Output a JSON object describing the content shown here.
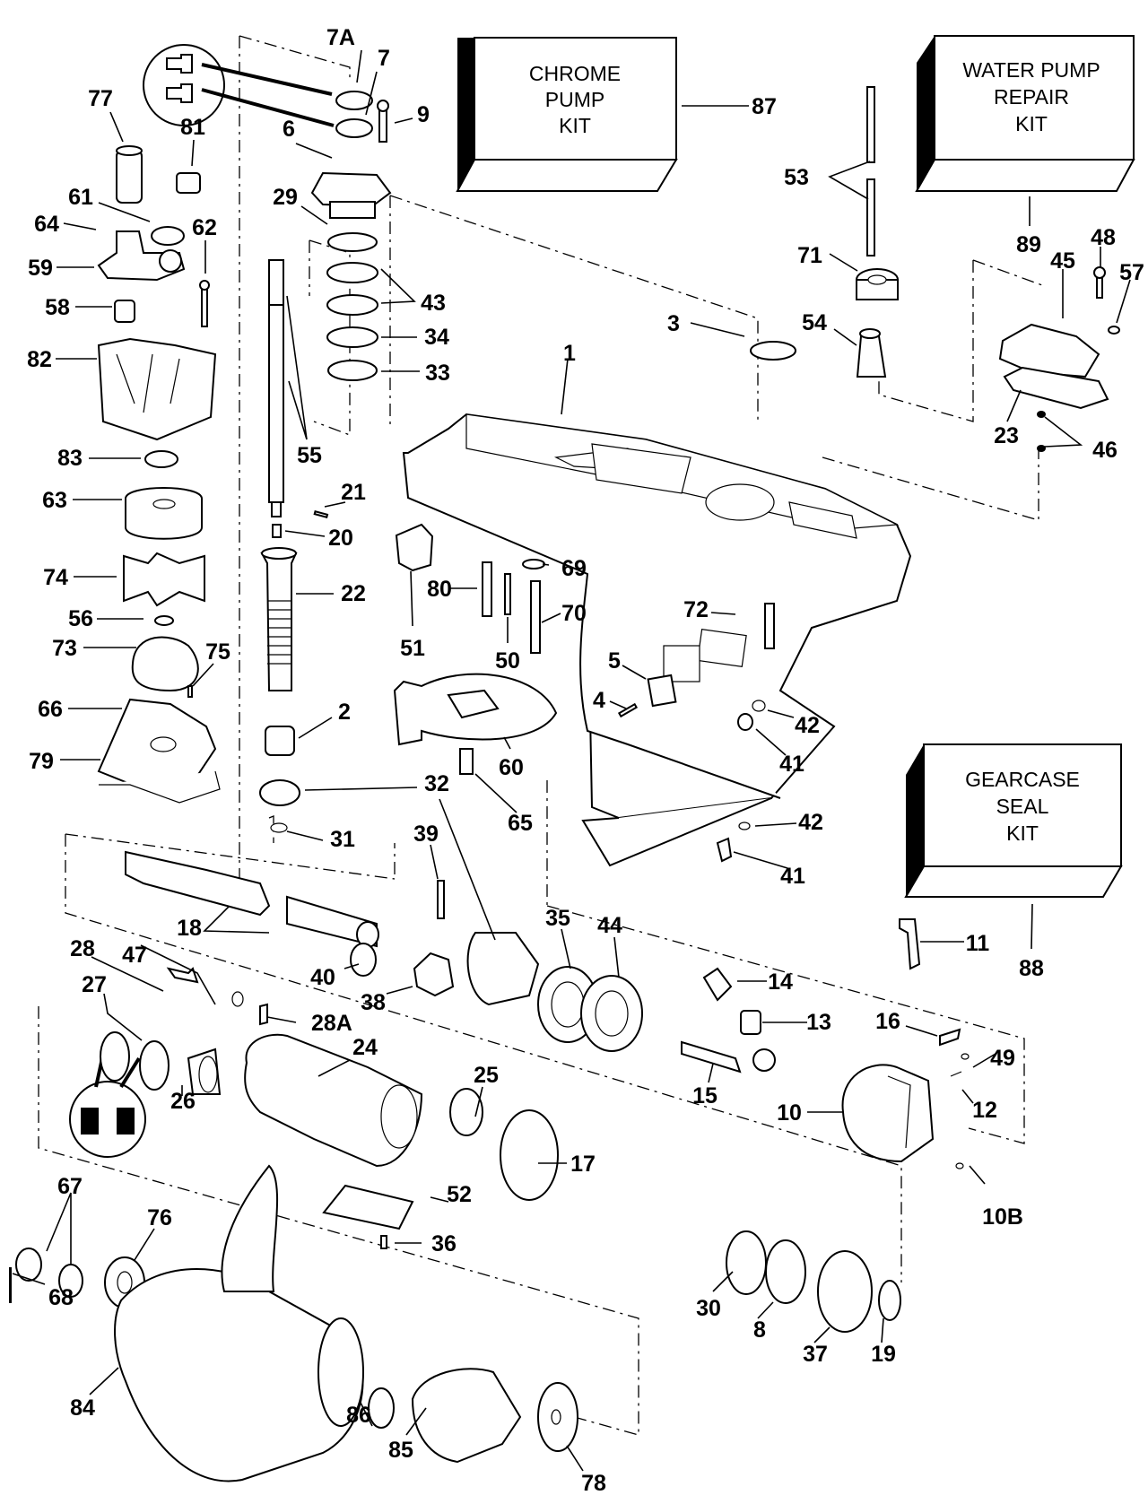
{
  "diagram": {
    "title": "Gearcase exploded parts diagram",
    "kits": [
      {
        "id": "chrome-pump-kit",
        "lines": [
          "CHROME",
          "PUMP",
          "KIT"
        ],
        "callout": "87"
      },
      {
        "id": "water-pump-repair-kit",
        "lines": [
          "WATER PUMP",
          "REPAIR",
          "KIT"
        ],
        "callout": "89"
      },
      {
        "id": "gearcase-seal-kit",
        "lines": [
          "GEARCASE",
          "SEAL",
          "KIT"
        ],
        "callout": "88"
      }
    ],
    "callouts": [
      {
        "text": "7A"
      },
      {
        "text": "7"
      },
      {
        "text": "9"
      },
      {
        "text": "6"
      },
      {
        "text": "29"
      },
      {
        "text": "43"
      },
      {
        "text": "34"
      },
      {
        "text": "33"
      },
      {
        "text": "55"
      },
      {
        "text": "21"
      },
      {
        "text": "20"
      },
      {
        "text": "22"
      },
      {
        "text": "2"
      },
      {
        "text": "32"
      },
      {
        "text": "31"
      },
      {
        "text": "77"
      },
      {
        "text": "81"
      },
      {
        "text": "61"
      },
      {
        "text": "64"
      },
      {
        "text": "62"
      },
      {
        "text": "59"
      },
      {
        "text": "58"
      },
      {
        "text": "82"
      },
      {
        "text": "83"
      },
      {
        "text": "63"
      },
      {
        "text": "74"
      },
      {
        "text": "56"
      },
      {
        "text": "73"
      },
      {
        "text": "75"
      },
      {
        "text": "66"
      },
      {
        "text": "79"
      },
      {
        "text": "87"
      },
      {
        "text": "53"
      },
      {
        "text": "71"
      },
      {
        "text": "54"
      },
      {
        "text": "3"
      },
      {
        "text": "1"
      },
      {
        "text": "89"
      },
      {
        "text": "48"
      },
      {
        "text": "45"
      },
      {
        "text": "57"
      },
      {
        "text": "23"
      },
      {
        "text": "46"
      },
      {
        "text": "51"
      },
      {
        "text": "80"
      },
      {
        "text": "69"
      },
      {
        "text": "70"
      },
      {
        "text": "50"
      },
      {
        "text": "72"
      },
      {
        "text": "5"
      },
      {
        "text": "4"
      },
      {
        "text": "42"
      },
      {
        "text": "41"
      },
      {
        "text": "60"
      },
      {
        "text": "65"
      },
      {
        "text": "42"
      },
      {
        "text": "41"
      },
      {
        "text": "39"
      },
      {
        "text": "18"
      },
      {
        "text": "40"
      },
      {
        "text": "38"
      },
      {
        "text": "35"
      },
      {
        "text": "44"
      },
      {
        "text": "28"
      },
      {
        "text": "47"
      },
      {
        "text": "27"
      },
      {
        "text": "28A"
      },
      {
        "text": "24"
      },
      {
        "text": "26"
      },
      {
        "text": "25"
      },
      {
        "text": "17"
      },
      {
        "text": "52"
      },
      {
        "text": "36"
      },
      {
        "text": "11"
      },
      {
        "text": "88"
      },
      {
        "text": "14"
      },
      {
        "text": "13"
      },
      {
        "text": "16"
      },
      {
        "text": "49"
      },
      {
        "text": "15"
      },
      {
        "text": "10"
      },
      {
        "text": "12"
      },
      {
        "text": "10B"
      },
      {
        "text": "67"
      },
      {
        "text": "76"
      },
      {
        "text": "68"
      },
      {
        "text": "30"
      },
      {
        "text": "8"
      },
      {
        "text": "37"
      },
      {
        "text": "19"
      },
      {
        "text": "84"
      },
      {
        "text": "86"
      },
      {
        "text": "85"
      },
      {
        "text": "78"
      }
    ]
  }
}
